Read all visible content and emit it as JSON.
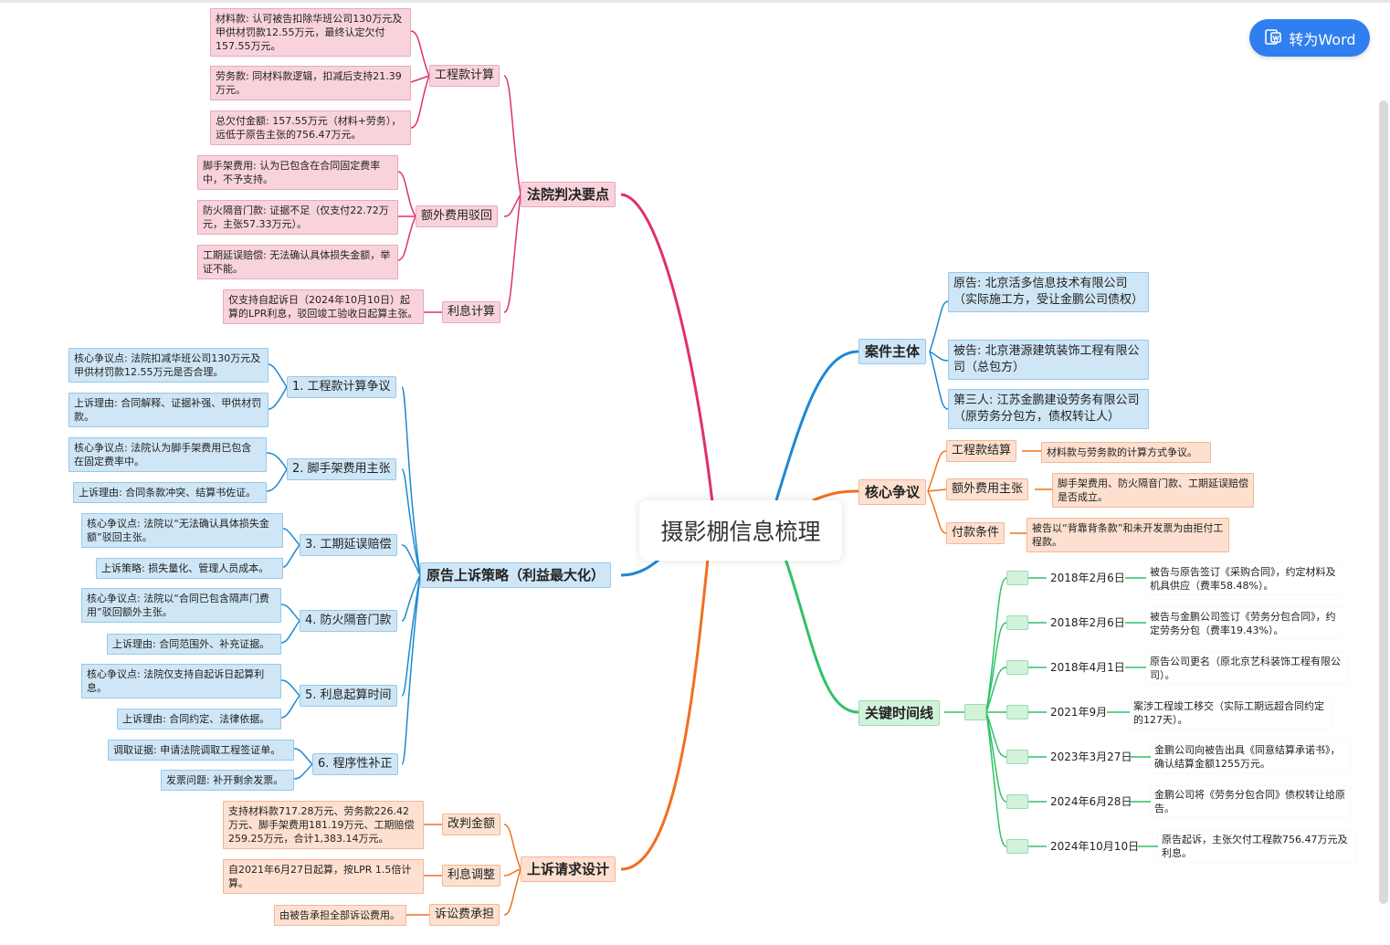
{
  "toolbar": {
    "convert_word_label": "转为Word",
    "convert_word_icon": "document-convert-icon"
  },
  "center_title": "摄影棚信息梳理",
  "colors": {
    "pink": "#e0306a",
    "blue": "#1e88d2",
    "orange": "#f07020",
    "green": "#2fc268",
    "button": "#2f7ff0"
  },
  "court": {
    "title": "法院判决要点",
    "calc": {
      "label": "工程款计算",
      "items": [
        "材料款: 认可被告扣除华班公司130万元及甲供材罚款12.55万元，最终认定欠付157.55万元。",
        "劳务款: 同材料款逻辑，扣减后支持21.39万元。",
        "总欠付金额: 157.55万元（材料+劳务），远低于原告主张的756.47万元。"
      ]
    },
    "extra": {
      "label": "额外费用驳回",
      "items": [
        "脚手架费用: 认为已包含在合同固定费率中，不予支持。",
        "防火隔音门款: 证据不足（仅支付22.72万元，主张57.33万元）。",
        "工期延误赔偿: 无法确认具体损失金额，举证不能。"
      ]
    },
    "interest": {
      "label": "利息计算",
      "items": [
        "仅支持自起诉日（2024年10月10日）起算的LPR利息，驳回竣工验收日起算主张。"
      ]
    }
  },
  "strategy": {
    "title": "原告上诉策略（利益最大化）",
    "groups": [
      {
        "label": "1. 工程款计算争议",
        "items": [
          "核心争议点: 法院扣减华班公司130万元及甲供材罚款12.55万元是否合理。",
          "上诉理由: 合同解释、证据补强、甲供材罚款。"
        ]
      },
      {
        "label": "2. 脚手架费用主张",
        "items": [
          "核心争议点: 法院认为脚手架费用已包含在固定费率中。",
          "上诉理由: 合同条款冲突、结算书佐证。"
        ]
      },
      {
        "label": "3. 工期延误赔偿",
        "items": [
          "核心争议点: 法院以“无法确认具体损失金额”驳回主张。",
          "上诉策略: 损失量化、管理人员成本。"
        ]
      },
      {
        "label": "4. 防火隔音门款",
        "items": [
          "核心争议点: 法院以“合同已包含隔声门费用”驳回额外主张。",
          "上诉理由: 合同范围外、补充证据。"
        ]
      },
      {
        "label": "5. 利息起算时间",
        "items": [
          "核心争议点: 法院仅支持自起诉日起算利息。",
          "上诉理由: 合同约定、法律依据。"
        ]
      },
      {
        "label": "6. 程序性补正",
        "items": [
          "调取证据: 申请法院调取工程签证单。",
          "发票问题: 补开剩余发票。"
        ]
      }
    ]
  },
  "appeal": {
    "title": "上诉请求设计",
    "groups": [
      {
        "label": "改判金额",
        "text": "支持材料款717.28万元、劳务款226.42万元、脚手架费用181.19万元、工期赔偿259.25万元，合计1,383.14万元。"
      },
      {
        "label": "利息调整",
        "text": "自2021年6月27日起算，按LPR 1.5倍计算。"
      },
      {
        "label": "诉讼费承担",
        "text": "由被告承担全部诉讼费用。"
      }
    ]
  },
  "parties": {
    "title": "案件主体",
    "items": [
      "原告: 北京活多信息技术有限公司（实际施工方，受让金鹏公司债权）",
      "被告: 北京港源建筑装饰工程有限公司（总包方）",
      "第三人: 江苏金鹏建设劳务有限公司（原劳务分包方，债权转让人）"
    ]
  },
  "dispute": {
    "title": "核心争议",
    "groups": [
      {
        "label": "工程款结算",
        "text": "材料款与劳务款的计算方式争议。"
      },
      {
        "label": "额外费用主张",
        "text": "脚手架费用、防火隔音门款、工期延误赔偿是否成立。"
      },
      {
        "label": "付款条件",
        "text": "被告以“背靠背条款”和未开发票为由拒付工程款。"
      }
    ]
  },
  "timeline": {
    "title": "关键时间线",
    "events": [
      {
        "date": "2018年2月6日",
        "text": "被告与原告签订《采购合同》，约定材料及机具供应（费率58.48%）。"
      },
      {
        "date": "2018年2月6日",
        "text": "被告与金鹏公司签订《劳务分包合同》，约定劳务分包（费率19.43%）。"
      },
      {
        "date": "2018年4月1日",
        "text": "原告公司更名（原北京艺科装饰工程有限公司）。"
      },
      {
        "date": "2021年9月",
        "text": "案涉工程竣工移交（实际工期远超合同约定的127天）。"
      },
      {
        "date": "2023年3月27日",
        "text": "金鹏公司向被告出具《同意结算承诺书》，确认结算金额1255万元。"
      },
      {
        "date": "2024年6月28日",
        "text": "金鹏公司将《劳务分包合同》债权转让给原告。"
      },
      {
        "date": "2024年10月10日",
        "text": "原告起诉，主张欠付工程款756.47万元及利息。"
      }
    ]
  }
}
